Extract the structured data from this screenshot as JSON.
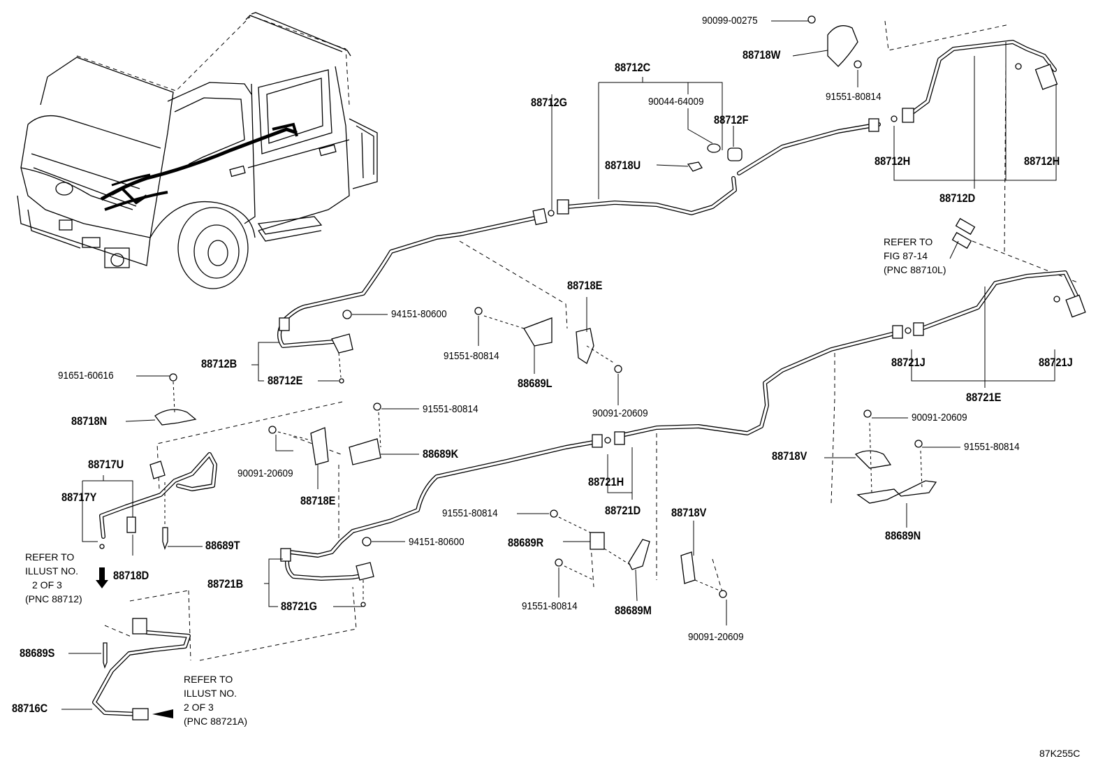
{
  "diagram": {
    "illustration_no": "87K255C",
    "part_numbers": {
      "p88712C": "88712C",
      "p88712G": "88712G",
      "p90044": "90044-64009",
      "p88712F": "88712F",
      "p88718U": "88718U",
      "p90099": "90099-00275",
      "p88718W": "88718W",
      "p91551_top": "91551-80814",
      "p88712H_l": "88712H",
      "p88712H_r": "88712H",
      "p88712D": "88712D",
      "p94151_1": "94151-80600",
      "p91551_mid": "91551-80814",
      "p88718E_top": "88718E",
      "p88689L": "88689L",
      "p90091_a": "90091-20609",
      "p88712B": "88712B",
      "p88712E": "88712E",
      "p91651": "91651-60616",
      "p88718N": "88718N",
      "p88717U": "88717U",
      "p88717Y": "88717Y",
      "p88689T": "88689T",
      "p88718D": "88718D",
      "p91551_k": "91551-80814",
      "p88689K": "88689K",
      "p90091_b": "90091-20609",
      "p88718E_mid": "88718E",
      "p88721J_l": "88721J",
      "p88721J_r": "88721J",
      "p88721E": "88721E",
      "p90091_c": "90091-20609",
      "p91551_n": "91551-80814",
      "p88718V_r": "88718V",
      "p88689N": "88689N",
      "p88721H": "88721H",
      "p88721D": "88721D",
      "p88718V_m": "88718V",
      "p91551_r": "91551-80814",
      "p88689R": "88689R",
      "p94151_2": "94151-80600",
      "p91551_b": "91551-80814",
      "p88689M": "88689M",
      "p90091_d": "90091-20609",
      "p88721B": "88721B",
      "p88721G": "88721G",
      "p88689S": "88689S",
      "p88716C": "88716C"
    },
    "refer_notes": {
      "fig_87_14": [
        "REFER TO",
        "FIG 87-14",
        "(PNC 88710L)"
      ],
      "illust_88712": [
        "REFER TO",
        "ILLUST NO.",
        "2 OF 3",
        "(PNC 88712)"
      ],
      "illust_88721A": [
        "REFER TO",
        "ILLUST NO.",
        "2 OF 3",
        "(PNC 88721A)"
      ]
    }
  }
}
